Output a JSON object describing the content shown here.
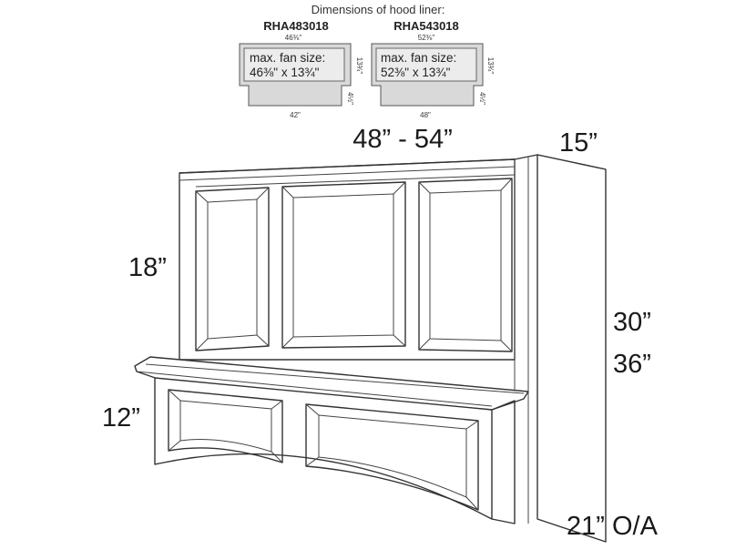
{
  "liner": {
    "title": "Dimensions of hood liner:",
    "left": {
      "model": "RHA483018",
      "top_width": "46⅜\"",
      "bottom_width": "42\"",
      "height_main": "13¾\"",
      "height_lower": "4½\"",
      "fan_line1": "max. fan size:",
      "fan_line2": "46⅜\" x 13¾\""
    },
    "right": {
      "model": "RHA543018",
      "top_width": "52⅜\"",
      "bottom_width": "48\"",
      "height_main": "13¾\"",
      "height_lower": "4½\"",
      "fan_line1": "max. fan size:",
      "fan_line2": "52⅜\" x 13¾\""
    }
  },
  "hood": {
    "width": "48” - 54”",
    "depth": "15”",
    "upper_height": "18”",
    "lower_height": "12”",
    "total_height_a": "30”",
    "total_height_b": "36”",
    "overall_depth": "21” O/A"
  },
  "colors": {
    "line": "#333333",
    "fill": "#d9d9d9",
    "background": "#ffffff"
  }
}
